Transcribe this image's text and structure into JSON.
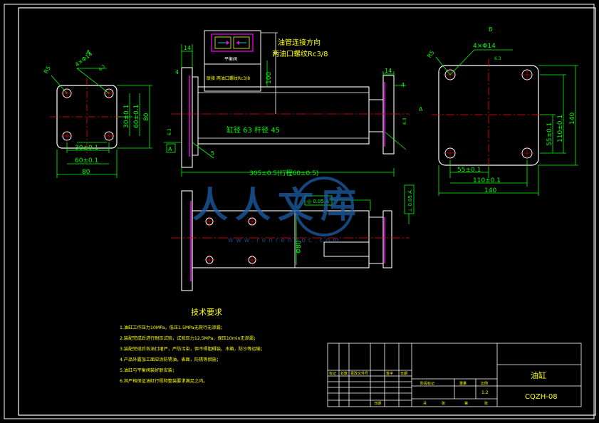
{
  "colors": {
    "background": "#000000",
    "outline": "#ffffff",
    "dimension": "#00ff00",
    "centerline": "#ff0000",
    "magenta": "#ff00ff",
    "yellow": "#ffff00",
    "cyan": "#00ffff",
    "hatch": "#5a5a5a",
    "watermark": "#1d5fa8"
  },
  "hydraulic_symbol": {
    "caption": "平衡阀",
    "note": "油管连接方向",
    "port_thread": "两油口螺纹Rc3/8",
    "valve_label": "联接 两油口螺纹Rc3/8"
  },
  "view_labels": {
    "left": "A",
    "right": "B",
    "b_top": "B"
  },
  "main_view": {
    "bore": "缸径 63  杆径 45",
    "stroke": "305±0.5(行程60±0.5)",
    "flange_left": "14",
    "flange_right": "14",
    "gap_right": "4",
    "height_dim": "100",
    "roughness": "6.3",
    "label_5": "5",
    "label_4": "4",
    "datum_a": "A",
    "datum_a2": "A"
  },
  "bottom_view": {
    "tolerance_box": "◎ 0.05  A",
    "flatness_box": "⊥ 0.05  A",
    "phi_dim": "Φ80"
  },
  "left_view": {
    "holes": "4×Φ14",
    "chamfer": "R5",
    "corner": "6.3",
    "d30": "30±0.1",
    "d60": "60±0.1",
    "d80": "80",
    "h30": "30±0.1",
    "h60": "60±0.1",
    "h80": "80"
  },
  "right_view": {
    "holes": "4×Φ14",
    "chamfer": "R5",
    "corner": "6.3",
    "d55": "55±0.1",
    "d110": "110±0.1",
    "d140": "140",
    "h55": "55±0.1",
    "h110": "110±0.1",
    "h140": "140"
  },
  "tech_requirements": {
    "title": "技术要求",
    "items": [
      "1.油缸工作压力10MPa，低压1.5MPa无爬行无渗漏；",
      "2.装配完成后进行耐压试验，试验压力12.5MPa，保压10min无渗漏；",
      "3.装配完成后各油口堵严，严防污染，但不得阻碍装，木箱，防沙等运输；",
      "4.产品外露加工面应涂防锈油，表面，防锈等措施；",
      "5.油缸与平衡阀装好联安装；",
      "6.其严格保证油缸行程和整装要求满足之内。"
    ]
  },
  "title_block": {
    "part_name": "油缸",
    "drawing_no": "CQZH-08",
    "scale": "1:2",
    "head_row": [
      "标记",
      "处数",
      "更改文件号",
      "签字",
      "日期"
    ],
    "stage_row": [
      "阶段标记",
      "重量",
      "比例"
    ],
    "sheet_row": [
      "共",
      "张",
      "第",
      "张"
    ],
    "date_label": "日期"
  },
  "watermark": {
    "text": "人人文库",
    "url": "www.renrendoc.com"
  }
}
